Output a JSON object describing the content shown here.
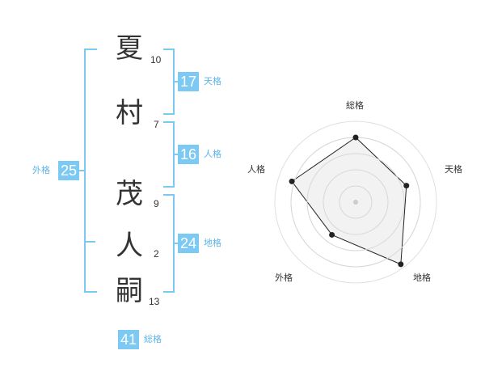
{
  "name": {
    "chars": [
      {
        "char": "夏",
        "strokes": "10"
      },
      {
        "char": "村",
        "strokes": "7"
      },
      {
        "char": "茂",
        "strokes": "9"
      },
      {
        "char": "人",
        "strokes": "2"
      },
      {
        "char": "嗣",
        "strokes": "13"
      }
    ]
  },
  "kakusu": {
    "tenkaku": {
      "value": "17",
      "label": "天格"
    },
    "jinkaku": {
      "value": "16",
      "label": "人格"
    },
    "chikaku": {
      "value": "24",
      "label": "地格"
    },
    "gaikaku": {
      "value": "25",
      "label": "外格"
    },
    "soukaku": {
      "value": "41",
      "label": "総格"
    }
  },
  "radar": {
    "axes": [
      "総格",
      "天格",
      "地格",
      "外格",
      "人格"
    ],
    "values": [
      0.8,
      0.66,
      0.95,
      0.5,
      0.83
    ],
    "colors": {
      "ring": "#e0e0e0",
      "fill": "#f0f0f0",
      "line": "#222222",
      "point": "#222222"
    }
  },
  "colors": {
    "accent": "#7ccaf4",
    "accent_text": "#5bb4e8"
  }
}
